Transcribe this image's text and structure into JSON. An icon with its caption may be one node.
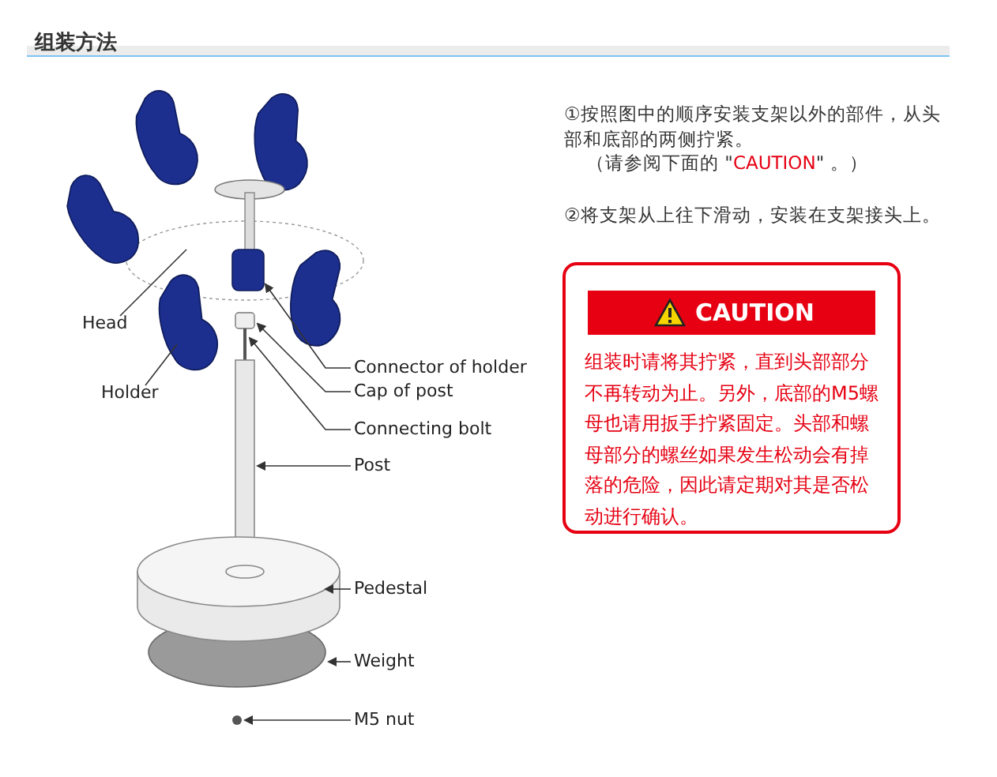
{
  "diagram": {
    "title": "组装方法",
    "nodes": [
      {
        "text": [
          "组装时请将其拧紧，直到头部部分不再转动为止。另外，底部的M5螺母也请用扳手拧紧固定。头部和螺母部分的螺丝如果发生松动会有掉落的危险，因此请定期对其是否松动进行确认。"
        ]
      },
      {
        "text": [
          "CAUTION"
        ],
        "in": 0
      },
      {
        "text": [
          "Head"
        ]
      },
      {
        "text": [
          "Holder"
        ]
      },
      {
        "text": [
          "Connector of holder"
        ]
      },
      {
        "text": [
          "Cap of post"
        ]
      },
      {
        "text": [
          "Connecting bolt"
        ]
      },
      {
        "text": [
          "Post"
        ]
      },
      {
        "text": [
          "Pedestal"
        ]
      },
      {
        "text": [
          "Weight"
        ]
      },
      {
        "text": [
          "M5 nut"
        ]
      }
    ],
    "edges": [
      {
        "from": 2,
        "to": null,
        "arrow": "none"
      },
      {
        "from": 3,
        "to": null,
        "arrow": "none"
      },
      {
        "from": 4,
        "to": null,
        "arrow": "to"
      },
      {
        "from": 5,
        "to": null,
        "arrow": "to"
      },
      {
        "from": 6,
        "to": null,
        "arrow": "to"
      },
      {
        "from": 7,
        "to": null,
        "arrow": "to"
      },
      {
        "from": 8,
        "to": null,
        "arrow": "to"
      },
      {
        "from": 9,
        "to": null,
        "arrow": "to"
      },
      {
        "from": 10,
        "to": null,
        "arrow": "to"
      }
    ],
    "labels": [
      "①按照图中的顺序安装支架以外的部件，从头部和底部的两侧拧紧。",
      "（请参阅下面的 \"CAUTION\" 。）",
      "②将支架从上往下滑动，安装在支架接头上。"
    ]
  }
}
